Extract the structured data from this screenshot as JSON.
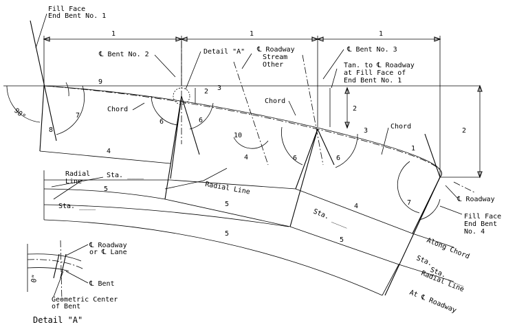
{
  "labels": {
    "fill_face_end_bent_1": [
      "Fill Face",
      "End Bent No. 1"
    ],
    "cl_bent_2": "℄ Bent No. 2",
    "detail_a_callout": "Detail \"A\"",
    "cl_roadway_stream_other": [
      "℄ Roadway",
      "Stream",
      "Other"
    ],
    "cl_bent_3": "℄ Bent No. 3",
    "tan_to_cl_roadway": [
      "Tan. to ℄ Roadway",
      "at Fill Face of",
      "End Bent No. 1"
    ],
    "chord_1": "Chord",
    "chord_2": "Chord",
    "chord_3": "Chord",
    "radial_line_left": [
      "Radial",
      "Line"
    ],
    "sta_dots_1": "Sta. ____",
    "sta_dots_2": "Sta. ____",
    "sta_dots_3": "Sta. ____",
    "sta_dots_4": "Sta. ____",
    "radial_line_mid": "Radial Line",
    "cl_roadway_right": "℄ Roadway",
    "fill_face_end_bent_4": [
      "Fill Face",
      "End Bent",
      "No. 4"
    ],
    "along_chord": "Along Chord",
    "sta_right": "Sta.",
    "radial_line_right": "Radial Line",
    "at_cl_roadway": "At ℄ Roadway",
    "angle_90": "90°",
    "detail_cl_roadway": [
      "℄ Roadway",
      "or ℄ Lane"
    ],
    "detail_cl_bent": "℄ Bent",
    "detail_geometric_center": [
      "Geometric Center",
      "of Bent"
    ],
    "detail_title": "Detail \"A\"",
    "detail_ref": "0\""
  },
  "dimension_numbers": {
    "top_1a": "1",
    "top_1b": "1",
    "top_1c": "1",
    "n9": "9",
    "n7": "7",
    "n8": "8",
    "n6a": "6",
    "n6b": "6",
    "n6c": "6",
    "n6d": "6",
    "n2a": "2",
    "n2b": "2",
    "n2c": "2",
    "n3a": "3",
    "n3b": "3",
    "n10": "10",
    "n4a": "4",
    "n4b": "4",
    "n4c": "4",
    "n5a": "5",
    "n5b": "5",
    "n5c": "5",
    "n5d": "5",
    "n7b": "7",
    "n1r": "1"
  }
}
